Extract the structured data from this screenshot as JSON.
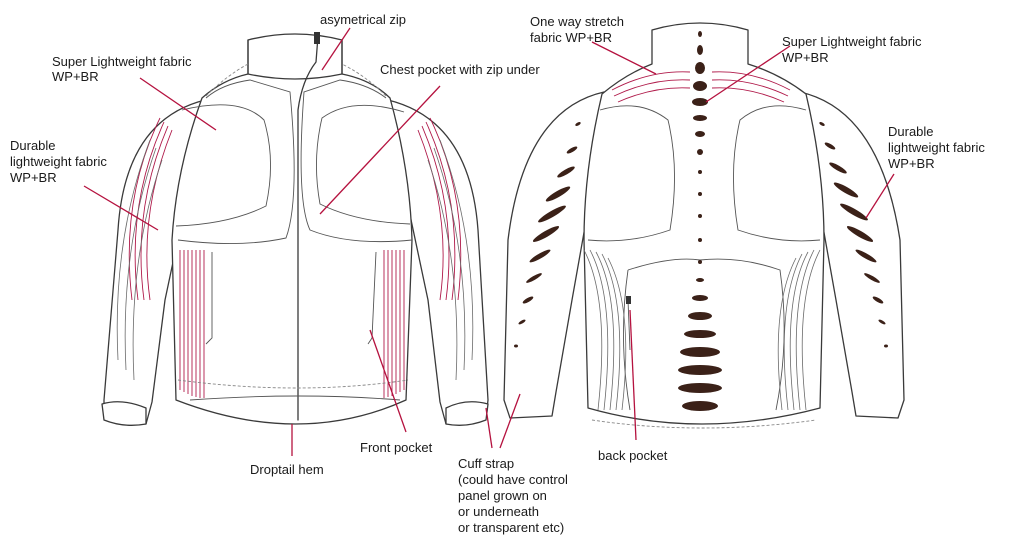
{
  "colors": {
    "leader": "#b5123f",
    "stretch_panel": "#b01a4a",
    "vent_fill": "#3b2118",
    "outline": "#3a3a3a"
  },
  "labels": {
    "asym_zip": "asymetrical zip",
    "front_super_light": [
      "Super Lightweight fabric",
      "WP+BR"
    ],
    "chest_pocket": "Chest pocket with zip under",
    "front_durable": [
      "Durable",
      "lightweight fabric",
      "WP+BR"
    ],
    "front_pocket": "Front pocket",
    "droptail": "Droptail hem",
    "cuff_strap": [
      "Cuff strap",
      "(could have control",
      "panel grown on",
      "or underneath",
      "or transparent etc)"
    ],
    "stretch": [
      "One way stretch",
      "fabric WP+BR"
    ],
    "back_super_light": [
      "Super Lightweight fabric",
      "WP+BR"
    ],
    "back_durable": [
      "Durable",
      "lightweight fabric",
      "WP+BR"
    ],
    "back_pocket": "back pocket"
  }
}
